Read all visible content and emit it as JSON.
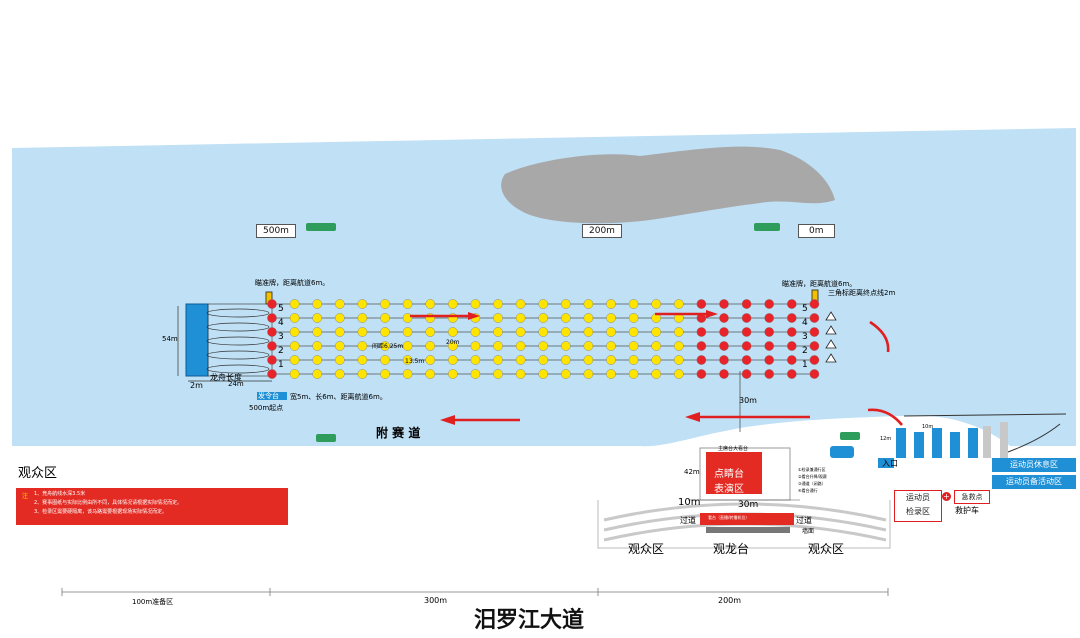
{
  "distance_markers": {
    "m500": "500m",
    "m200": "200m",
    "m0": "0m"
  },
  "lanes": [
    "1",
    "2",
    "3",
    "4",
    "5"
  ],
  "lanes_right": [
    "1",
    "2",
    "3",
    "4",
    "5"
  ],
  "left_notes": {
    "aim_board": "瞄准牌，距离航道6m。",
    "dragon_length": "龙舟长度",
    "dim_54m": "54m",
    "dim_24m": "24m",
    "dim_2m": "2m",
    "start_board": "宽5m、长6m、距离航道6m。",
    "start_tag": "发令台",
    "start_500": "500m起点"
  },
  "right_notes": {
    "aim_board": "瞄准牌，距离航道6m。",
    "triangle": "三角标距离终点线2m"
  },
  "course_dims": {
    "spacing": "间距6.25m",
    "w20": "20m",
    "w135": "13.5m",
    "d30": "30m"
  },
  "aux_channel": "附 赛 道",
  "audience_left": "观众区",
  "notes": {
    "title": "注",
    "items": [
      "1、竞舟航线水深3.5米",
      "2、赛事图纸与实际比例由所不同，具体情况请根据实际情况而定。",
      "3、检录区需要硬隔离，该马路需要根据现场实际情况而定。"
    ]
  },
  "stage": {
    "main": "点睛台",
    "sub": "表演区",
    "top_label": "主席台大看台",
    "width": "30m",
    "depth": "10m",
    "height": "42m",
    "pass_left": "过道",
    "pass_right": "过道",
    "front": "看台（直播/转播机位）",
    "aisle": "墙面",
    "legend": [
      "①检录兼通行区",
      "②看台升降/观赛",
      "③通道（闭路）",
      "④看台通行"
    ]
  },
  "stands": {
    "left": "观众区",
    "center": "观龙台",
    "right": "观众区"
  },
  "right_area": {
    "entry": "入口",
    "rest": "运动员休息区",
    "warmup": "运动员备活动区",
    "checkin_line1": "运动员",
    "checkin_line2": "检录区",
    "first_aid": "急救点",
    "ambulance": "救护车",
    "dims": {
      "d12": "12m",
      "d10": "10m"
    }
  },
  "road": {
    "name": "汨罗江大道",
    "seg1": "100m准备区",
    "seg2": "300m",
    "seg3": "200m"
  },
  "colors": {
    "river": "#bfe0f5",
    "island": "#a8a8a8",
    "buoy_yellow": "#ffe400",
    "buoy_red": "#e8232a",
    "arrow": "#e02020",
    "blue": "#1f8fd6"
  }
}
